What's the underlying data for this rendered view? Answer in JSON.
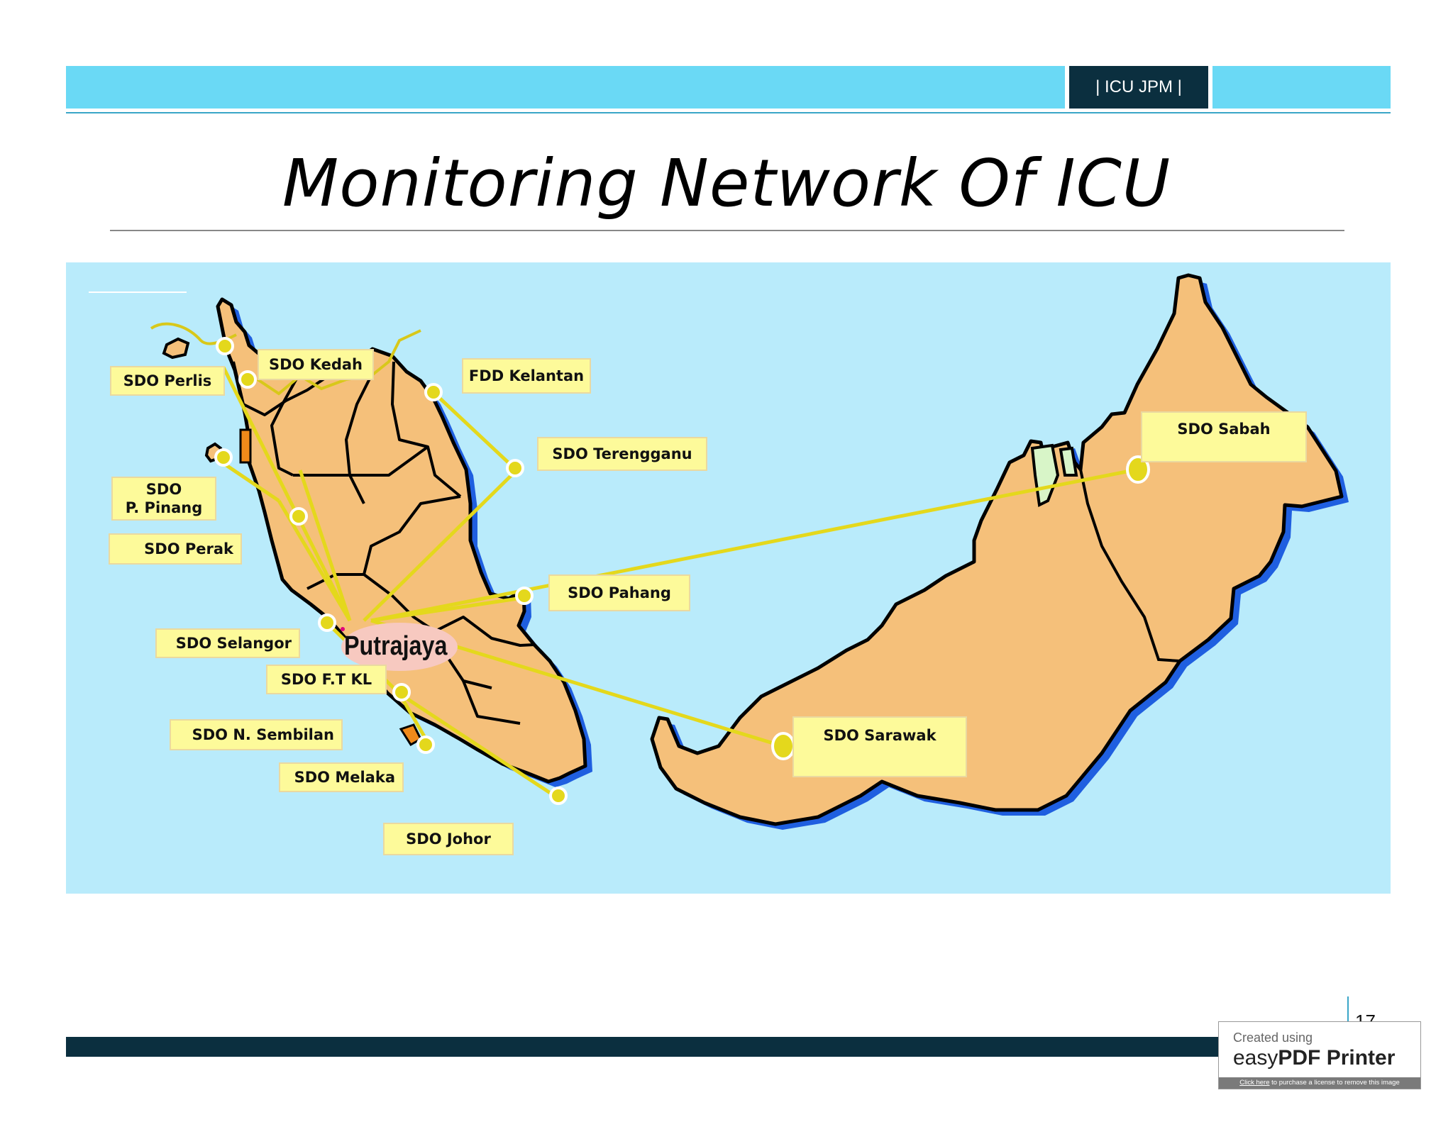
{
  "header": {
    "tag": "| ICU JPM |"
  },
  "title": "Monitoring Network Of ICU",
  "map": {
    "labels": {
      "perlis": "SDO Perlis",
      "kedah": "SDO Kedah",
      "kelantan": "FDD Kelantan",
      "terengganu": "SDO Terengganu",
      "pinang_1": "SDO",
      "pinang_2": "P. Pinang",
      "perak": "SDO Perak",
      "pahang": "SDO Pahang",
      "selangor": "SDO Selangor",
      "ftkl": "SDO F.T KL",
      "sembilan": "SDO N. Sembilan",
      "melaka": "SDO Melaka",
      "johor": "SDO Johor",
      "sabah": "SDO Sabah",
      "sarawak": "SDO Sarawak"
    },
    "hub": "Putrajaya",
    "colors": {
      "sea": "#b9ebfb",
      "land": "#f5c07a",
      "shadow": "#1f5fe0",
      "link": "#e4d81c",
      "label_bg": "#fdfa9a"
    }
  },
  "footer": {
    "page_number": "17"
  },
  "watermark": {
    "line1": "Created using",
    "brand_light": "easy",
    "brand_bold": "PDF Printer",
    "notice_link": "Click here",
    "notice_rest": " to purchase a license to remove this image"
  }
}
